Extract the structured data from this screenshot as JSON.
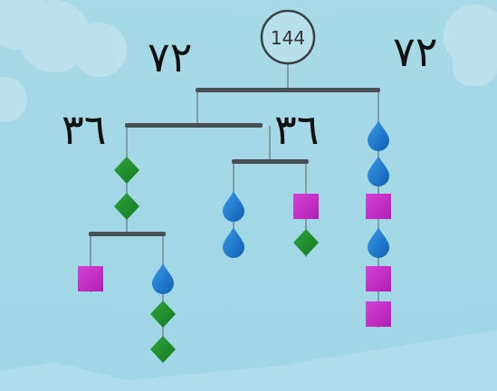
{
  "puzzle": {
    "total": "144",
    "labels": {
      "top_left": "٧٢",
      "top_right": "٧٢",
      "left_beam": "٣٦",
      "right_beam": "٣٦"
    }
  },
  "shape_colors": {
    "diamond": "#1e8f2c",
    "drop": "#1a76d0",
    "square": "#c82ec9",
    "beam": "#4a4f55",
    "string": "#6d7478"
  },
  "shape_names": [
    "drop-icon",
    "diamond-icon",
    "square-icon"
  ]
}
